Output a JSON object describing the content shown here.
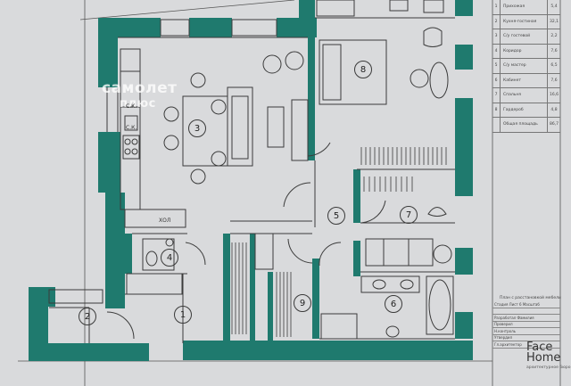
{
  "watermark": {
    "line1": "самолет",
    "line2": "плюс"
  },
  "rooms": [
    {
      "id": "1",
      "label": "1"
    },
    {
      "id": "2",
      "label": "2"
    },
    {
      "id": "3",
      "label": "3"
    },
    {
      "id": "4",
      "label": "4"
    },
    {
      "id": "5",
      "label": "5"
    },
    {
      "id": "6",
      "label": "6"
    },
    {
      "id": "7",
      "label": "7"
    },
    {
      "id": "8",
      "label": "8"
    },
    {
      "id": "9",
      "label": "9"
    }
  ],
  "plan_labels": {
    "sk1": "С.К.",
    "sk2": "С.К.",
    "hol": "ХОЛ"
  },
  "legend": [
    {
      "n": "1",
      "t": "Прихожая",
      "v": "5,4"
    },
    {
      "n": "2",
      "t": "Кухня-гостиная",
      "v": "32,1"
    },
    {
      "n": "3",
      "t": "С/у гостевой",
      "v": "2,2"
    },
    {
      "n": "4",
      "t": "Коридор",
      "v": "7,6"
    },
    {
      "n": "5",
      "t": "С/у мастер",
      "v": "6,5"
    },
    {
      "n": "6",
      "t": "Кабинет",
      "v": "7,6"
    },
    {
      "n": "7",
      "t": "Спальня",
      "v": "16,6"
    },
    {
      "n": "8",
      "t": "Гардероб",
      "v": "4,8"
    },
    {
      "n": "",
      "t": "Общая площадь",
      "v": "86,7"
    }
  ],
  "sheet_title": "План с расстановкой мебели",
  "stamp": [
    "Стадия    Лист 6    Масштаб",
    "",
    "Разработал    Фамилия",
    "Проверил",
    "Н.контроль",
    "Утвердил",
    "Гл.архитектор"
  ],
  "logo": {
    "line1": "Face",
    "line2": "Home",
    "sub": "архитектурное бюро"
  },
  "colors": {
    "wall": "#1f7a6e",
    "paper": "#d9dadc",
    "line": "#3b3b3b"
  }
}
